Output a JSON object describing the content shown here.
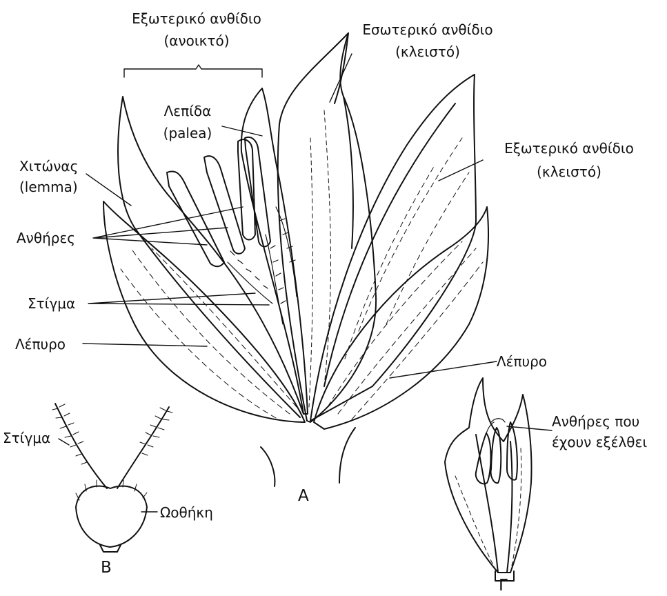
{
  "labels": {
    "outer_open_l1": "Εξωτερικό ανθίδιο",
    "outer_open_l2": "(ανοικτό)",
    "inner_closed_l1": "Εσωτερικό ανθίδιο",
    "inner_closed_l2": "(κλειστό)",
    "palea_l1": "Λεπίδα",
    "palea_l2": "(palea)",
    "lemma_l1": "Χιτώνας",
    "lemma_l2": "(lemma)",
    "outer_closed_l1": "Εξωτερικό ανθίδιο",
    "outer_closed_l2": "(κλειστό)",
    "anthers": "Ανθήρες",
    "stigma": "Στίγμα",
    "glume_left": "Λέπυρο",
    "glume_right": "Λέπυρο",
    "stigma_b": "Στίγμα",
    "ovary": "Ωοθήκη",
    "exserted_l1": "Ανθήρες που",
    "exserted_l2": "έχουν εξέλθει",
    "fig_a": "A",
    "fig_b": "B",
    "fig_c": "Γ"
  },
  "colors": {
    "ink": "#111111",
    "background": "#ffffff"
  }
}
